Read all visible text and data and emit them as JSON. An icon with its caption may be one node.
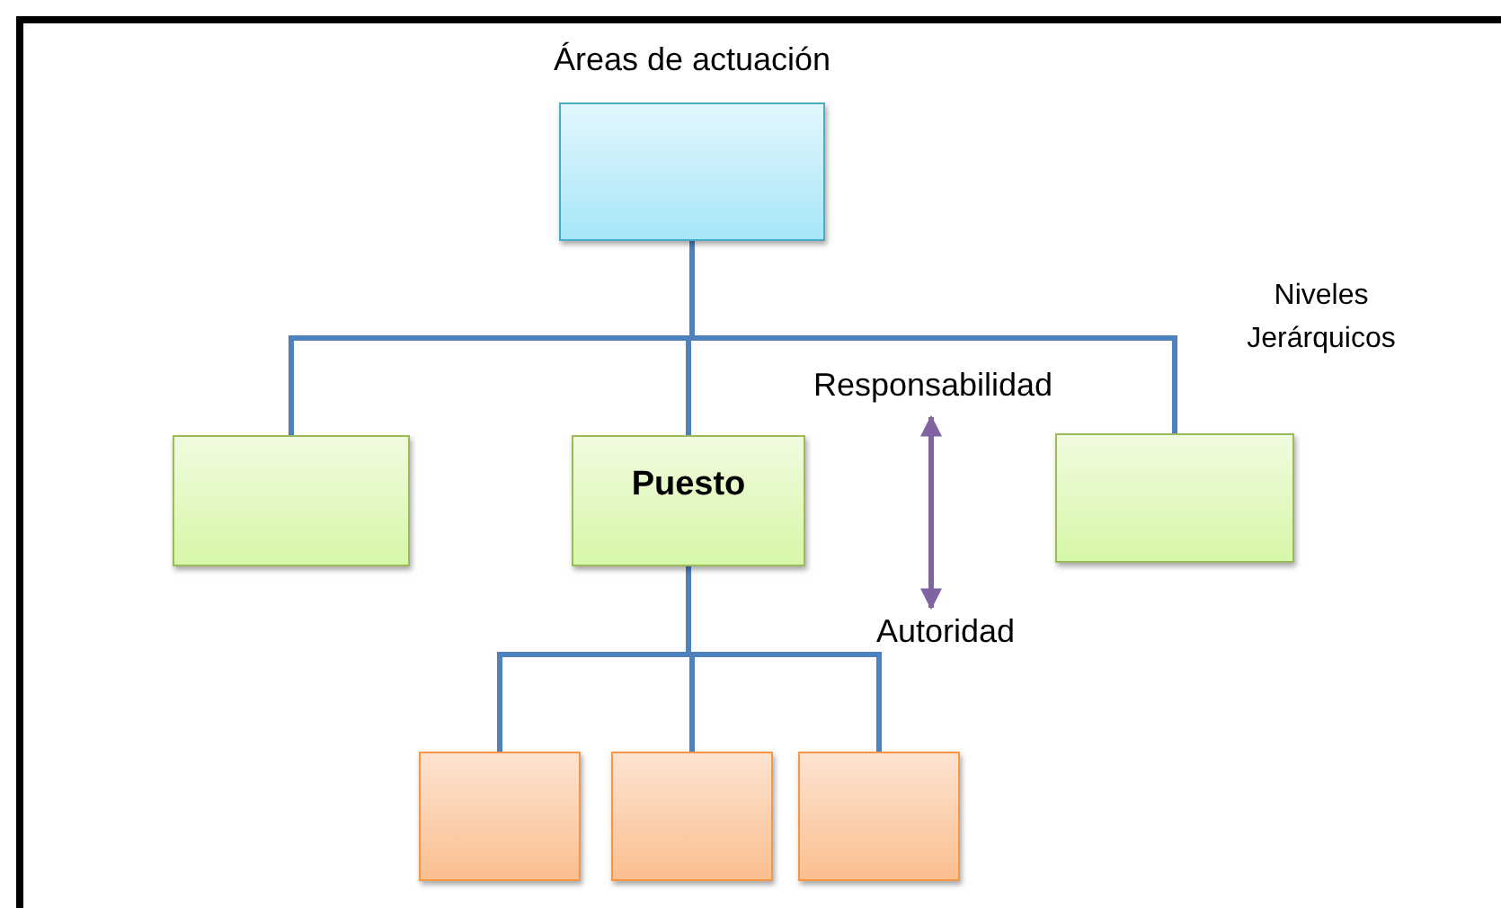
{
  "diagram": {
    "nodes": [
      {
        "text": [
          "Áreas de actuación"
        ]
      },
      {
        "text": [],
        "shape": "box"
      },
      {
        "text": [
          "Puesto"
        ]
      },
      {
        "text": [],
        "shape": "box"
      },
      {
        "text": [],
        "shape": "box"
      },
      {
        "text": [],
        "shape": "box"
      },
      {
        "text": [],
        "shape": "box"
      },
      {
        "text": [
          "Responsabilidad"
        ]
      },
      {
        "text": [
          "Autoridad"
        ]
      }
    ],
    "edges": [
      {
        "from": 0,
        "to": 1,
        "arrow": "none"
      },
      {
        "from": 0,
        "to": 2,
        "arrow": "none"
      },
      {
        "from": 0,
        "to": 3,
        "arrow": "none"
      },
      {
        "from": 2,
        "to": 4,
        "arrow": "none"
      },
      {
        "from": 2,
        "to": 5,
        "arrow": "none"
      },
      {
        "from": 2,
        "to": 6,
        "arrow": "none"
      },
      {
        "from": 7,
        "to": 8,
        "arrow": "both",
        "color": "#8064a2"
      }
    ],
    "labels": [
      "Niveles Jerárquicos"
    ]
  }
}
